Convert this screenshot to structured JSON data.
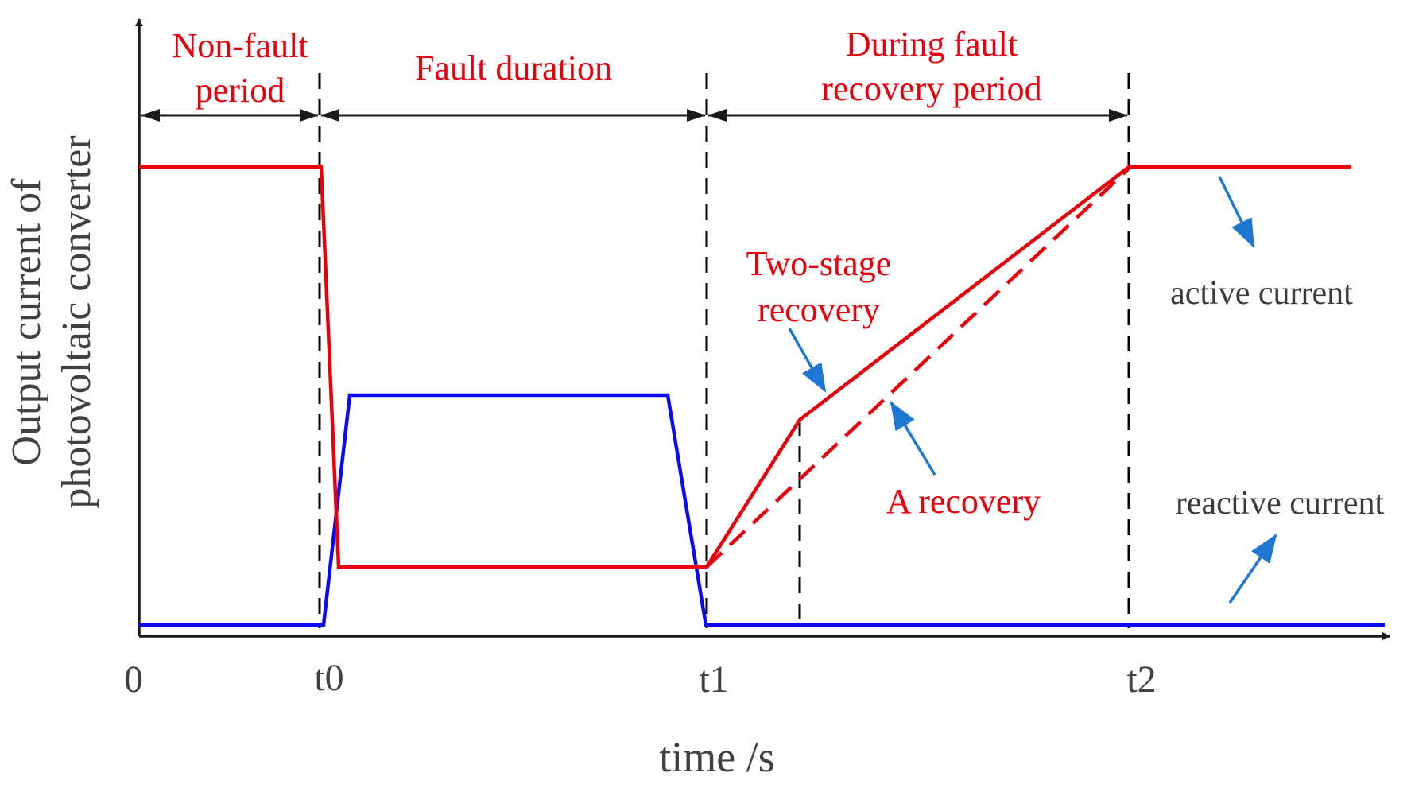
{
  "axes": {
    "ylabel_line1": "Output current of",
    "ylabel_line2": "photovoltaic converter",
    "xlabel": "time /s",
    "origin_label": "0",
    "tick_labels": [
      "t0",
      "t1",
      "t2"
    ]
  },
  "periods": {
    "non_fault_line1": "Non-fault",
    "non_fault_line2": "period",
    "fault_duration": "Fault duration",
    "recovery_line1": "During fault",
    "recovery_line2": "recovery period"
  },
  "annotations": {
    "two_stage_line1": "Two-stage",
    "two_stage_line2": "recovery",
    "a_recovery": "A recovery",
    "active_current": "active current",
    "reactive_current": "reactive current"
  },
  "colors": {
    "active": "#e8000b",
    "reactive": "#0a0af5",
    "arrow": "#1e78d2",
    "axis": "#1a1a1a"
  }
}
